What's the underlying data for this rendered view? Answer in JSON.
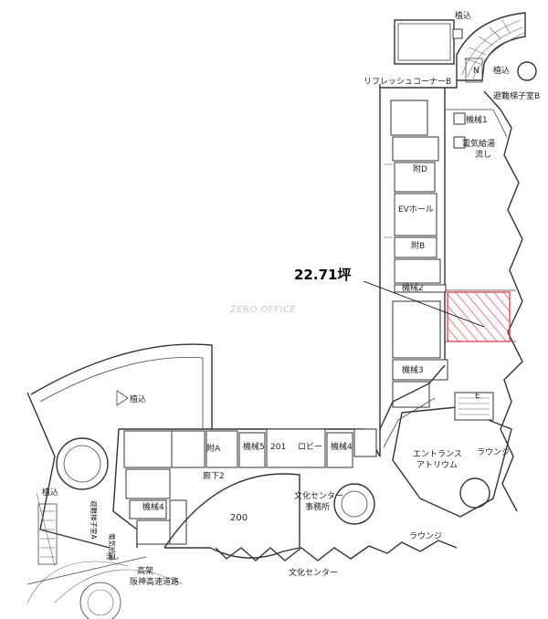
{
  "area_label": "22.71坪",
  "watermark": "ZERO OFFICE",
  "rooms": {
    "shokomi_top": "植込",
    "shokomi_n": "植込",
    "n_mark": "N",
    "refresh_b": "リフレッシュコーナーB",
    "hinan_b": "避難梯子室B",
    "kikai_1": "機械1",
    "denki": "電気給湯",
    "denki_2": "流し",
    "ev_hall": "EVホール",
    "fuku_d": "附D",
    "fuku_b": "附B",
    "kikai_2": "機械2",
    "kikai_3": "機械3",
    "e_mark": "E",
    "entrance": "エントランス",
    "atrium": "アトリウム",
    "lounge_1": "ラウンジ",
    "lounge_2": "ラウンジ",
    "room_201": "201",
    "lobby": "ロビー",
    "kikai_5": "機械5",
    "kikai_4a": "機械4",
    "kikai_4b": "機械4",
    "roka_2": "廊下2",
    "room_200": "200",
    "bunka_jimu_1": "文化センター",
    "bunka_jimu_2": "事務所",
    "bunka_center": "文化センター",
    "shokomi_w": "植込",
    "shokomi_w2": "植込",
    "hinan_a": "避難梯子室A",
    "kouka_1": "高架",
    "kouka_2": "阪神高速道路",
    "denki_w": "電気給湯",
    "denki_w2": "流し",
    "fuku_a": "附A"
  }
}
